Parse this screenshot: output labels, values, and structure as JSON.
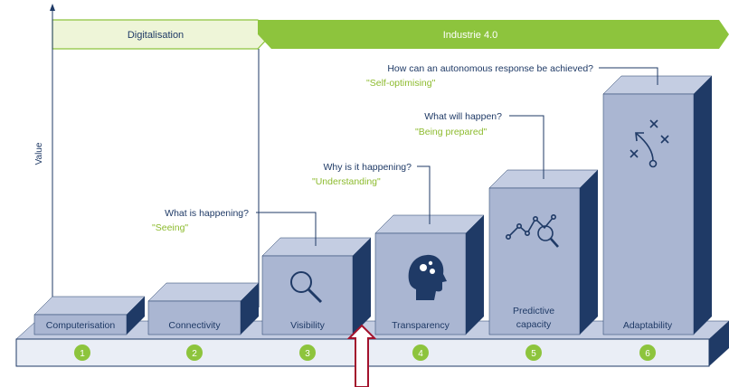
{
  "phases": {
    "digitalisation": "Digitalisation",
    "industrie": "Industrie 4.0"
  },
  "axis": {
    "ylabel": "Value"
  },
  "stages": [
    {
      "number": "1",
      "name": "Computerisation"
    },
    {
      "number": "2",
      "name": "Connectivity"
    },
    {
      "number": "3",
      "name": "Visibility",
      "question": "What is happening?",
      "answer": "\"Seeing\"",
      "icon": "magnifier-icon"
    },
    {
      "number": "4",
      "name": "Transparency",
      "question": "Why is it happening?",
      "answer": "\"Understanding\"",
      "icon": "head-gears-icon"
    },
    {
      "number": "5",
      "name_line1": "Predictive",
      "name_line2": "capacity",
      "question": "What will happen?",
      "answer": "\"Being prepared\"",
      "icon": "chart-magnifier-icon"
    },
    {
      "number": "6",
      "name": "Adaptability",
      "question": "How can an autonomous response be achieved?",
      "answer": "\"Self-optimising\"",
      "icon": "strategy-play-icon"
    }
  ],
  "colors": {
    "green_dark": "#8dc43d",
    "green_light": "#eef5d8",
    "box_front": "#aab6d2",
    "box_top": "#c4cde2",
    "box_side": "#1f3a66",
    "navy": "#1f3a66",
    "answer_green": "#8dbb2e",
    "arrow_red": "#a3122c"
  }
}
